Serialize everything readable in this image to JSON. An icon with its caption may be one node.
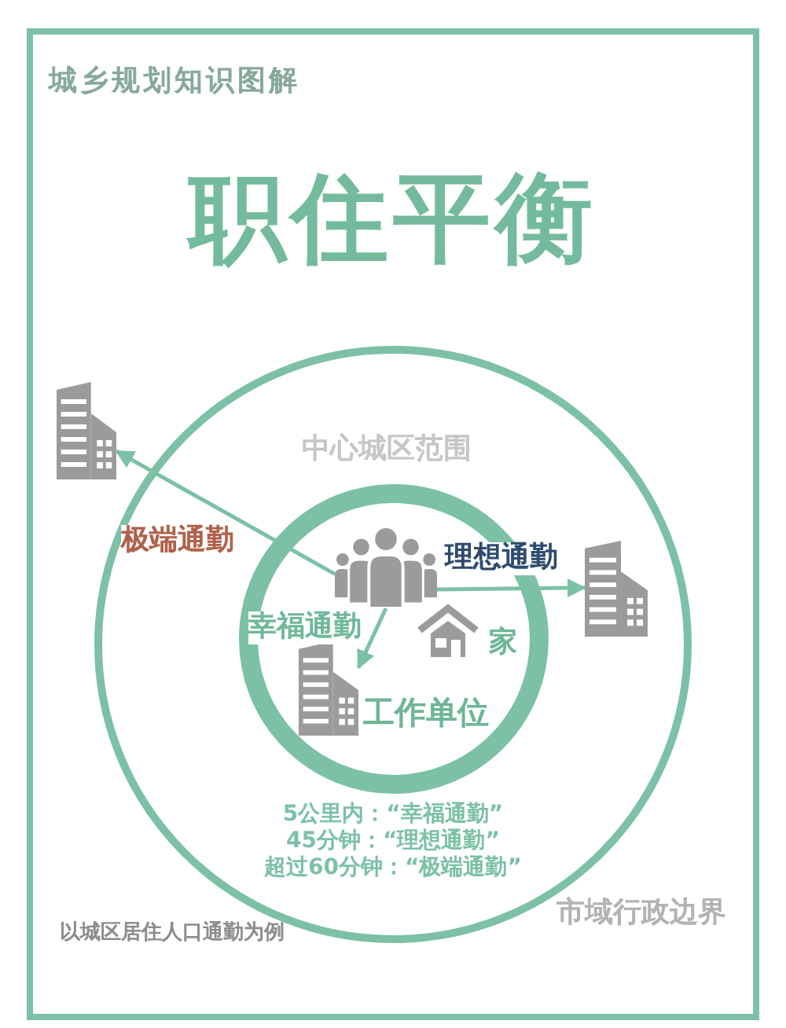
{
  "diagram": {
    "title": "职住平衡",
    "nodes": [
      {
        "text": [
          "市域行政边界"
        ]
      },
      {
        "text": [
          "中心城区范围"
        ],
        "in": 0
      },
      {
        "text": [],
        "shape": "person",
        "in": 1
      },
      {
        "text": [],
        "shape": "picture",
        "in": 1,
        "beside": [
          "家"
        ]
      },
      {
        "text": [],
        "shape": "picture",
        "in": 1,
        "beside": [
          "工作单位"
        ]
      },
      {
        "text": [],
        "shape": "picture",
        "in": 0
      },
      {
        "text": [],
        "shape": "picture"
      }
    ],
    "edges": [
      {
        "from": 2,
        "to": 6,
        "arrow": "to",
        "label": "极端通勤"
      },
      {
        "from": 2,
        "to": 5,
        "arrow": "to",
        "label": "理想通勤"
      },
      {
        "from": 2,
        "to": 4,
        "arrow": "to",
        "label": "幸福通勤"
      }
    ],
    "labels": [
      "城乡规划知识图解",
      "5公里内：“幸福通勤”",
      "45分钟：“理想通勤”",
      "超过60分钟：“极端通勤”",
      "以城区居住人口通勤为例"
    ]
  }
}
